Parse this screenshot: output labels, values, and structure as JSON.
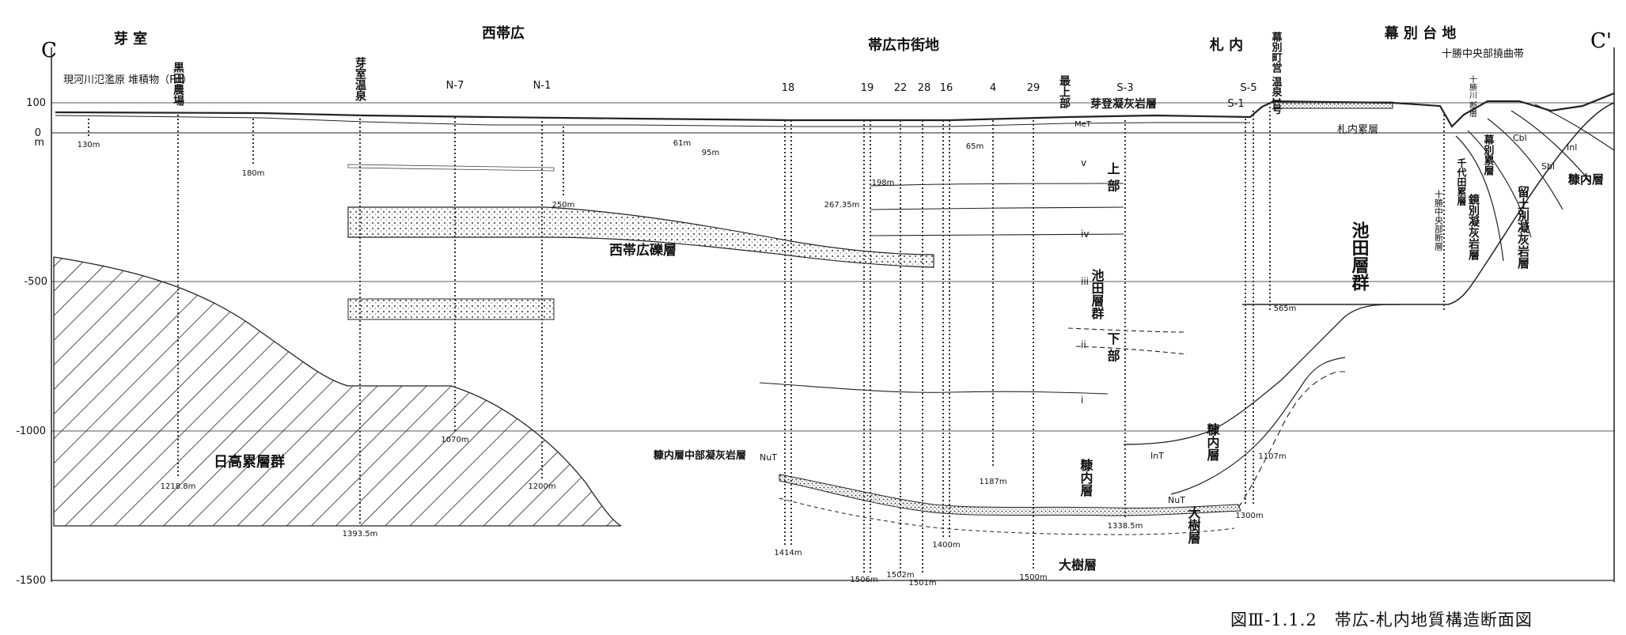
{
  "corner_labels": {
    "left": "C",
    "right": "C'"
  },
  "regions": [
    "芽 室",
    "西帯広",
    "帯広市街地",
    "札 内",
    "幕 別 台 地"
  ],
  "y_axis": {
    "unit": "m",
    "ticks": [
      "100",
      "0",
      "-500",
      "-1000",
      "-1500"
    ]
  },
  "wells": [
    "N-7",
    "N-1",
    "18",
    "19",
    "22",
    "28",
    "16",
    "4",
    "29",
    "S-3",
    "S-5",
    "S-1"
  ],
  "depths": [
    "130m",
    "180m",
    "250m",
    "61m",
    "95m",
    "198m",
    "267.35m",
    "65m",
    "1218.8m",
    "1393.5m",
    "1070m",
    "1200m",
    "1414m",
    "1506m",
    "1502m",
    "1501m",
    "1400m",
    "1187m",
    "1500m",
    "1338.5m",
    "1300m",
    "1107m",
    "565m"
  ],
  "annotations": {
    "fd": "現河川氾濫原\n堆積物（Fd）",
    "kuroda": "黒田農場",
    "memuro_onsen": "芽室温泉",
    "memuro_tuff": "芽登凝灰岩層",
    "top": "最上部",
    "sanai": "札内累層",
    "makubetsu_onsen": "幕別町営\n温泉1号",
    "tokachi_fold": "十勝中央部撓曲帯",
    "nishiobihiro_gravel": "西帯広礫層",
    "ikeda_group": "池田層群",
    "ikeda_group_big": "池田層群",
    "upper": "上 部",
    "lower": "下 部",
    "v": "v",
    "iv": "iv",
    "iii": "iii",
    "ii": "ii",
    "i": "i",
    "hidaka": "日高累層群",
    "kushinai_tuff": "糠内層中部凝灰岩層",
    "nut": "NuT",
    "int": "InT",
    "met": "MeT",
    "kushinai": "糠内層",
    "taiki": "大樹層",
    "kushinai_r": "糠内層",
    "taiki_r": "大樹層",
    "chuo_fault": "十勝中央部断層",
    "chitose": "千代田累層",
    "chitose_tuff": "鏡別凝灰岩層",
    "makubetsu_layer": "幕別累層",
    "kamishibetsu": "留土別凝灰岩層",
    "nukanai_small": "糠内層",
    "tfault": "十勝川\n断層",
    "cbl": "Cbl",
    "sbl": "Sbl",
    "inl": "Inl"
  },
  "caption": "図Ⅲ-1.1.2　帯広-札内地質構造断面図",
  "colors": {
    "ink": "#111111",
    "hatch": "#222222",
    "stipple": "#555555"
  }
}
